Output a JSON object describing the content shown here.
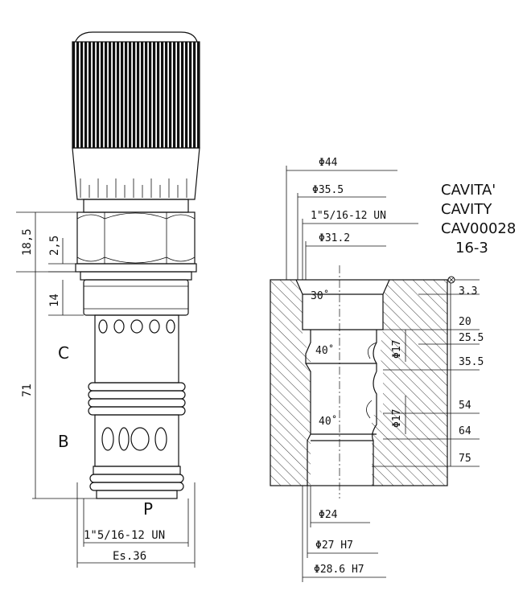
{
  "valve": {
    "dims": {
      "top": "18,5",
      "hex": "2,5",
      "thread": "14",
      "length": "71"
    },
    "ports": {
      "c": "C",
      "b": "B",
      "p": "P"
    },
    "thread_label": "1\"5/16-12 UN",
    "hex_label": "Es.36"
  },
  "cavity": {
    "title": [
      "CAVITA'",
      "CAVITY",
      "CAV00028",
      "16-3"
    ],
    "diameters_top": [
      "Φ44",
      "Φ35.5",
      "1\"5/16-12 UN",
      "Φ31.2"
    ],
    "angles": [
      "30˚",
      "40˚",
      "40˚"
    ],
    "depths": [
      "3.3",
      "20",
      "25.5",
      "35.5",
      "54",
      "64",
      "75"
    ],
    "port_dia": [
      "Φ17",
      "Φ17"
    ],
    "diameters_bottom": [
      "Φ24",
      "Φ27 H7",
      "Φ28.6 H7"
    ]
  }
}
